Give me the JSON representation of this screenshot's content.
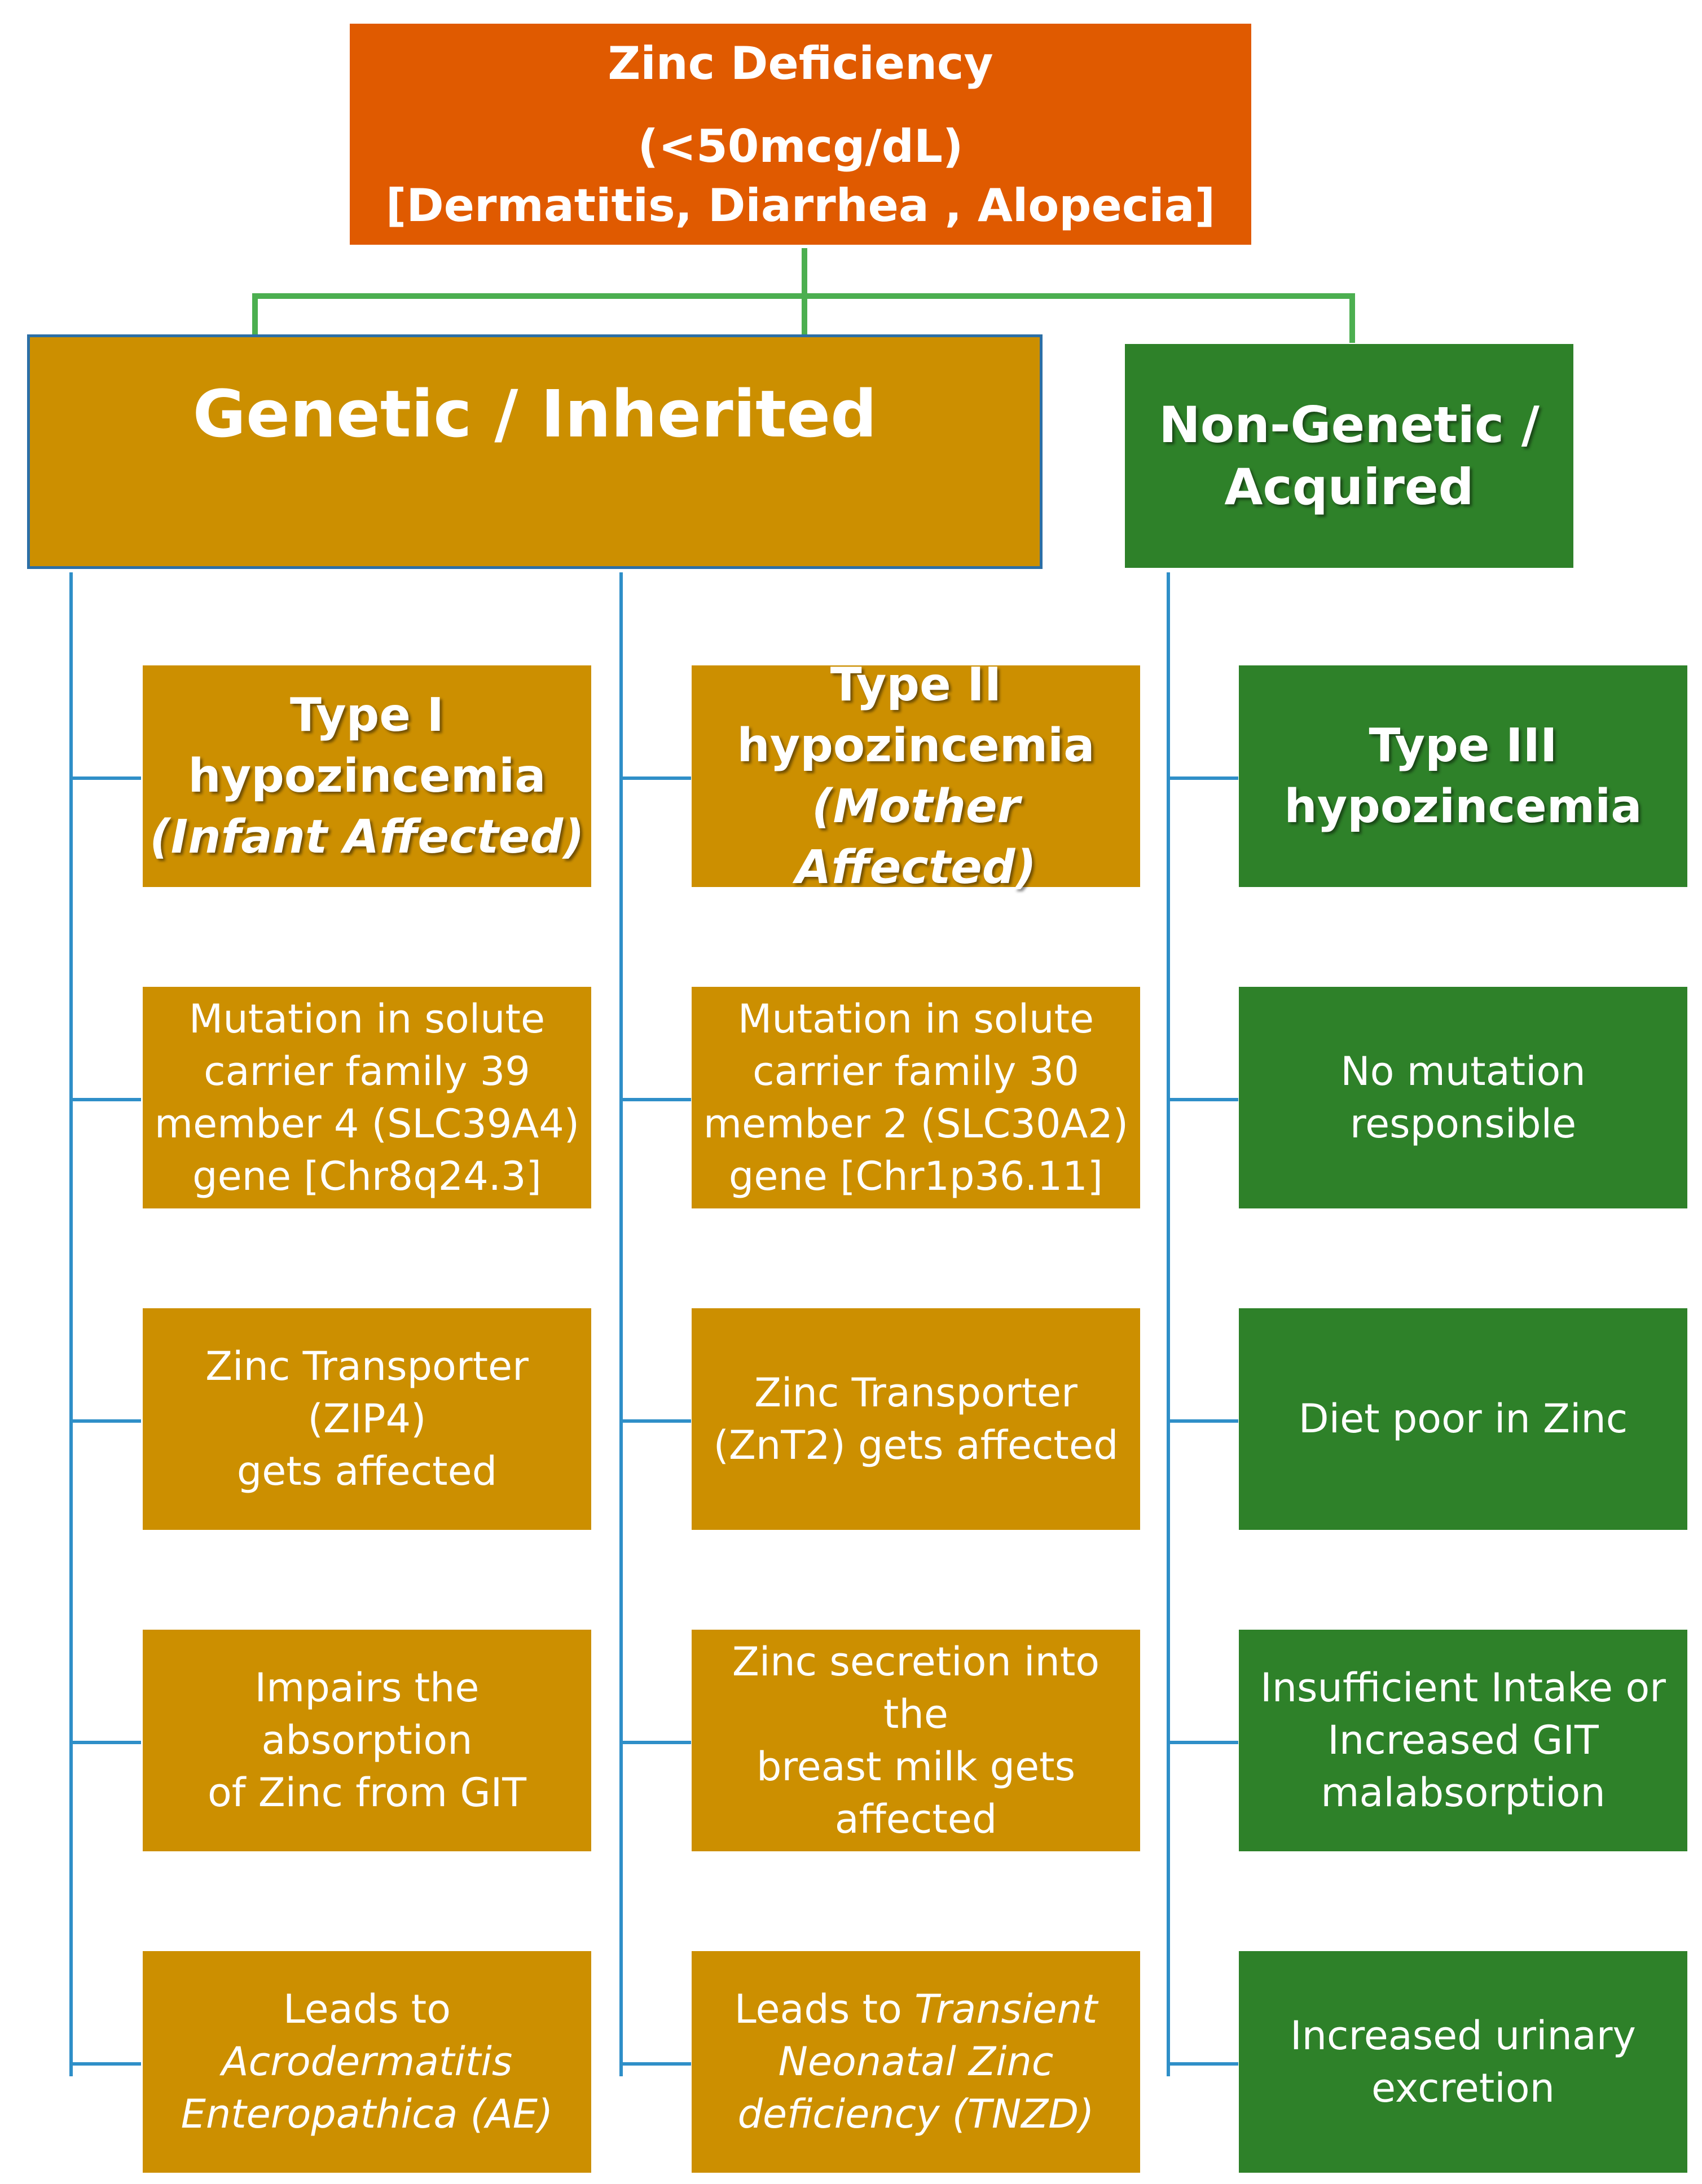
{
  "root": {
    "title": "Zinc Deficiency",
    "level": "(<50mcg/dL)",
    "symptoms": "[Dermatitis, Diarrhea , Alopecia]"
  },
  "genetic": {
    "title": "Genetic / Inherited"
  },
  "acquired": {
    "title_line1": "Non-Genetic /",
    "title_line2": "Acquired"
  },
  "type1": {
    "line1": "Type I",
    "line2": "hypozincemia",
    "line3": "(Infant Affected)",
    "mutation": [
      "Mutation in solute",
      "carrier family 39",
      "member 4 (SLC39A4)",
      "gene [Chr8q24.3]"
    ],
    "transporter": [
      "Zinc Transporter (ZIP4)",
      "gets affected"
    ],
    "effect": [
      "Impairs the absorption",
      "of Zinc from GIT"
    ],
    "leads_prefix": "Leads to",
    "leads_italic": [
      "Acrodermatitis",
      "Enteropathica (AE)"
    ]
  },
  "type2": {
    "line1": "Type II",
    "line2": "hypozincemia",
    "line3": "(Mother Affected)",
    "mutation": [
      "Mutation in solute",
      "carrier family 30",
      "member 2 (SLC30A2)",
      "gene [Chr1p36.11]"
    ],
    "transporter": [
      "Zinc Transporter",
      "(ZnT2) gets affected"
    ],
    "effect": [
      "Zinc secretion into the",
      "breast milk gets",
      "affected"
    ],
    "leads_prefix": "Leads to",
    "leads_italic": [
      "Transient",
      "Neonatal Zinc",
      "deficiency (TNZD)"
    ]
  },
  "type3": {
    "line1": "Type III",
    "line2": "hypozincemia",
    "mutation": [
      "No mutation",
      "responsible"
    ],
    "diet": "Diet poor in Zinc",
    "intake": [
      "Insufficient Intake or",
      "Increased GIT",
      "malabsorption"
    ],
    "excretion": [
      "Increased urinary",
      "excretion"
    ]
  },
  "colors": {
    "root": "#E05A00",
    "genetic": "#CC8F00",
    "acquired": "#2E8129",
    "connector_top": "#4CAF50",
    "connector_branch": "#2F8FC8"
  }
}
